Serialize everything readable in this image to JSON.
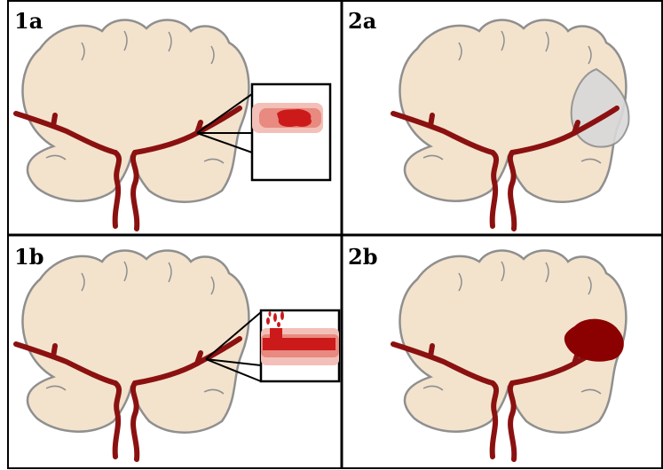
{
  "colors": {
    "brain_fill": "#f3e3cd",
    "brain_outline": "#8f8f8f",
    "artery": "#8b1111",
    "clot": "#cc1a1a",
    "vessel_glow_outer": "#f2c0b8",
    "vessel_glow_inner": "#e88a80",
    "ischemic_region": "#d9d9d9",
    "hemorrhage": "#8b0000",
    "border": "#000000"
  },
  "panels": [
    {
      "id": "1a",
      "label": "1a",
      "brain_style": "normal",
      "inset": "occlusion",
      "lesion": "none"
    },
    {
      "id": "2a",
      "label": "2a",
      "brain_style": "normal",
      "inset": "none",
      "lesion": "ischemic-region"
    },
    {
      "id": "1b",
      "label": "1b",
      "brain_style": "normal",
      "inset": "rupture",
      "lesion": "none"
    },
    {
      "id": "2b",
      "label": "2b",
      "brain_style": "normal",
      "inset": "none",
      "lesion": "hemorrhage"
    }
  ]
}
